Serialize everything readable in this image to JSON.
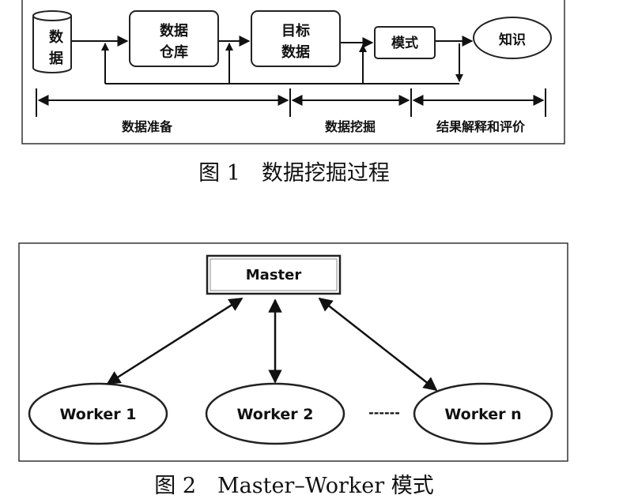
{
  "figure1": {
    "nodes": {
      "database_line1": "数",
      "database_line2": "据",
      "warehouse_line1": "数据",
      "warehouse_line2": "仓库",
      "target_line1": "目标",
      "target_line2": "数据",
      "pattern": "模式",
      "knowledge": "知识"
    },
    "phases": {
      "preparation": "数据准备",
      "mining": "数据挖掘",
      "evaluation": "结果解释和评价"
    },
    "caption": "图 1　数据挖掘过程"
  },
  "figure2": {
    "master": "Master",
    "worker1": "Worker 1",
    "worker2": "Worker 2",
    "ellipsis": "------",
    "workerN": "Worker n",
    "caption": "图 2　Master–Worker 模式"
  }
}
